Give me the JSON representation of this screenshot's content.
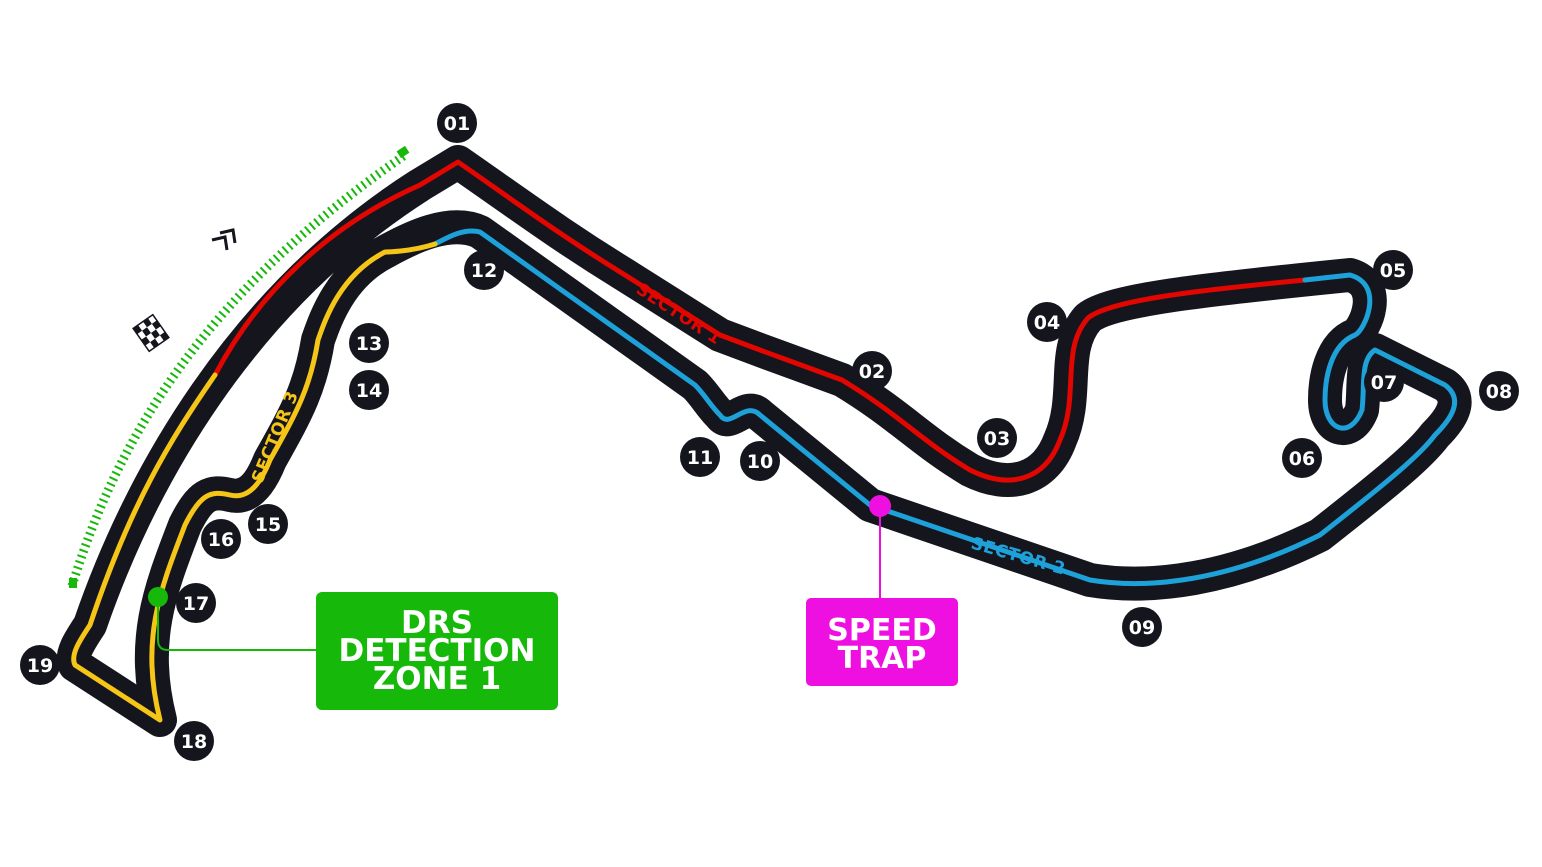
{
  "circuit": {
    "colors": {
      "track": "#15151e",
      "sector_1": "#e10600",
      "sector_2": "#1ea0d8",
      "sector_3": "#f5c518",
      "drs": "#16b90a",
      "speed_trap": "#ee10e0",
      "label_text": "#ffffff"
    },
    "icons": [
      "chequered-flag-icon",
      "direction-arrows-icon"
    ]
  },
  "sectors": {
    "s1": "SECTOR 1",
    "s2": "SECTOR 2",
    "s3": "SECTOR 3"
  },
  "turns": [
    "01",
    "02",
    "03",
    "04",
    "05",
    "06",
    "07",
    "08",
    "09",
    "10",
    "11",
    "12",
    "13",
    "14",
    "15",
    "16",
    "17",
    "18",
    "19"
  ],
  "drs_detection": {
    "line1": "DRS",
    "line2": "DETECTION",
    "line3": "ZONE 1"
  },
  "speed_trap": {
    "line1": "SPEED",
    "line2": "TRAP"
  }
}
